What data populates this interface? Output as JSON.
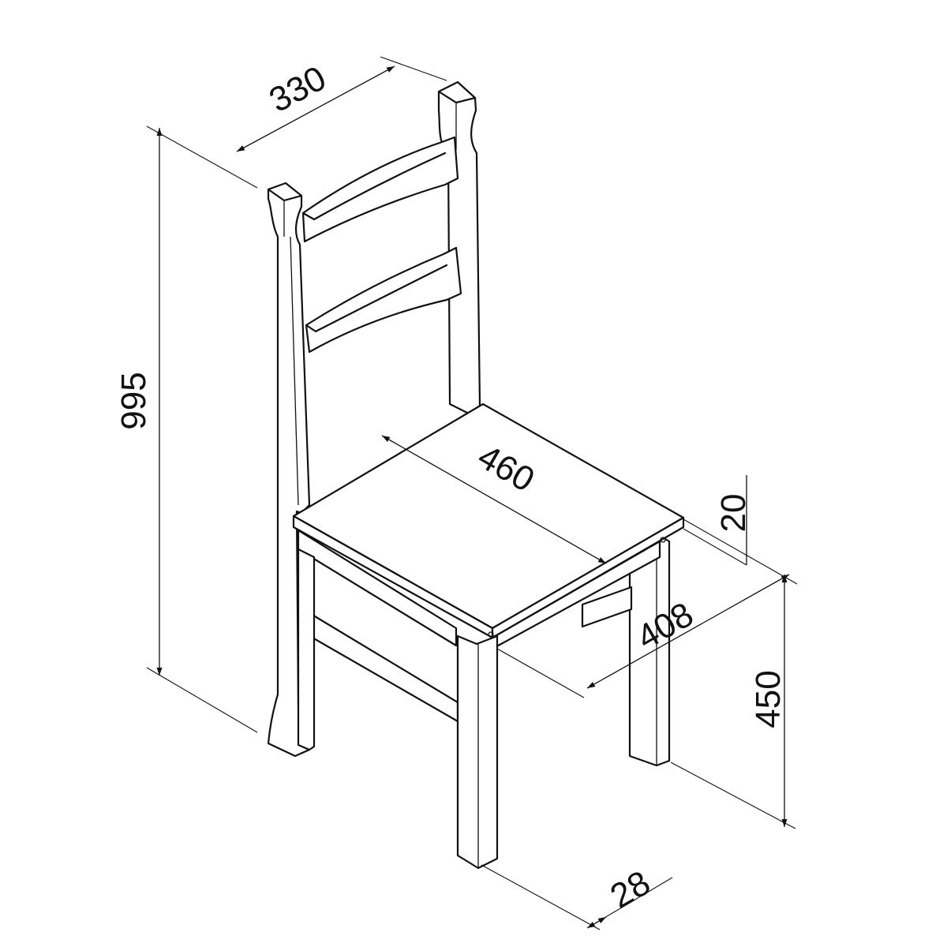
{
  "dimensions": {
    "back_width": "330",
    "total_height": "995",
    "seat_width": "460",
    "seat_thickness": "20",
    "seat_depth": "408",
    "seat_height": "450",
    "leg_width": "28"
  }
}
